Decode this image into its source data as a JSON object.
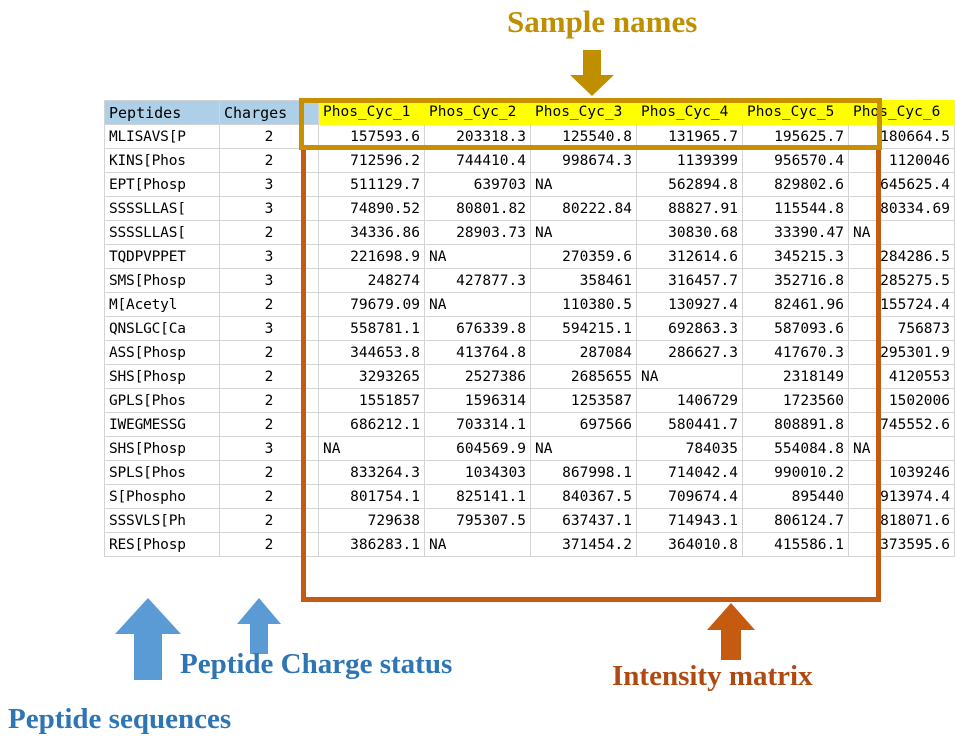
{
  "annotations": {
    "sample_names": {
      "label": "Sample names",
      "color": "#bf8f00",
      "arrow_icon": "arrow-down-icon"
    },
    "peptide_charge_status": {
      "label": "Peptide Charge status",
      "color": "#2e75b6",
      "arrow_icon": "arrow-up-icon"
    },
    "peptide_sequences": {
      "label": "Peptide sequences",
      "color": "#2e75b6",
      "arrow_icon": "arrow-up-icon"
    },
    "intensity_matrix": {
      "label": "Intensity matrix",
      "color": "#b04a13",
      "arrow_icon": "arrow-up-icon"
    }
  },
  "colors": {
    "header_peptides_bg": "#aecfe8",
    "header_samples_bg": "#ffff00",
    "sample_frame_border": "#c89000",
    "intensity_frame_border": "#c55a11",
    "grid_line": "#d4d4d4"
  },
  "table": {
    "headers": {
      "peptides": "Peptides",
      "charges": "Charges",
      "samples": [
        "Phos_Cyc_1",
        "Phos_Cyc_2",
        "Phos_Cyc_3",
        "Phos_Cyc_4",
        "Phos_Cyc_5",
        "Phos_Cyc_6"
      ]
    },
    "rows": [
      {
        "peptide": "MLISAVS[P",
        "charge": "2",
        "values": [
          "157593.6",
          "203318.3",
          "125540.8",
          "131965.7",
          "195625.7",
          "180664.5"
        ]
      },
      {
        "peptide": "KINS[Phos",
        "charge": "2",
        "values": [
          "712596.2",
          "744410.4",
          "998674.3",
          "1139399",
          "956570.4",
          "1120046"
        ]
      },
      {
        "peptide": "EPT[Phosp",
        "charge": "3",
        "values": [
          "511129.7",
          "639703",
          "NA",
          "562894.8",
          "829802.6",
          "645625.4"
        ]
      },
      {
        "peptide": "SSSSLLAS[",
        "charge": "3",
        "values": [
          "74890.52",
          "80801.82",
          "80222.84",
          "88827.91",
          "115544.8",
          "80334.69"
        ]
      },
      {
        "peptide": "SSSSLLAS[",
        "charge": "2",
        "values": [
          "34336.86",
          "28903.73",
          "NA",
          "30830.68",
          "33390.47",
          "NA"
        ]
      },
      {
        "peptide": "TQDPVPPET",
        "charge": "3",
        "values": [
          "221698.9",
          "NA",
          "270359.6",
          "312614.6",
          "345215.3",
          "284286.5"
        ]
      },
      {
        "peptide": "SMS[Phosp",
        "charge": "3",
        "values": [
          "248274",
          "427877.3",
          "358461",
          "316457.7",
          "352716.8",
          "285275.5"
        ]
      },
      {
        "peptide": "M[Acetyl",
        "charge": "2",
        "values": [
          "79679.09",
          "NA",
          "110380.5",
          "130927.4",
          "82461.96",
          "155724.4"
        ]
      },
      {
        "peptide": "QNSLGC[Ca",
        "charge": "3",
        "values": [
          "558781.1",
          "676339.8",
          "594215.1",
          "692863.3",
          "587093.6",
          "756873"
        ]
      },
      {
        "peptide": "ASS[Phosp",
        "charge": "2",
        "values": [
          "344653.8",
          "413764.8",
          "287084",
          "286627.3",
          "417670.3",
          "295301.9"
        ]
      },
      {
        "peptide": "SHS[Phosp",
        "charge": "2",
        "values": [
          "3293265",
          "2527386",
          "2685655",
          "NA",
          "2318149",
          "4120553"
        ]
      },
      {
        "peptide": "GPLS[Phos",
        "charge": "2",
        "values": [
          "1551857",
          "1596314",
          "1253587",
          "1406729",
          "1723560",
          "1502006"
        ]
      },
      {
        "peptide": "IWEGMESSG",
        "charge": "2",
        "values": [
          "686212.1",
          "703314.1",
          "697566",
          "580441.7",
          "808891.8",
          "745552.6"
        ]
      },
      {
        "peptide": "SHS[Phosp",
        "charge": "3",
        "values": [
          "NA",
          "604569.9",
          "NA",
          "784035",
          "554084.8",
          "NA"
        ]
      },
      {
        "peptide": "SPLS[Phos",
        "charge": "2",
        "values": [
          "833264.3",
          "1034303",
          "867998.1",
          "714042.4",
          "990010.2",
          "1039246"
        ]
      },
      {
        "peptide": "S[Phospho",
        "charge": "2",
        "values": [
          "801754.1",
          "825141.1",
          "840367.5",
          "709674.4",
          "895440",
          "913974.4"
        ]
      },
      {
        "peptide": "SSSVLS[Ph",
        "charge": "2",
        "values": [
          "729638",
          "795307.5",
          "637437.1",
          "714943.1",
          "806124.7",
          "818071.6"
        ]
      },
      {
        "peptide": "RES[Phosp",
        "charge": "2",
        "values": [
          "386283.1",
          "NA",
          "371454.2",
          "364010.8",
          "415586.1",
          "373595.6"
        ]
      }
    ]
  }
}
